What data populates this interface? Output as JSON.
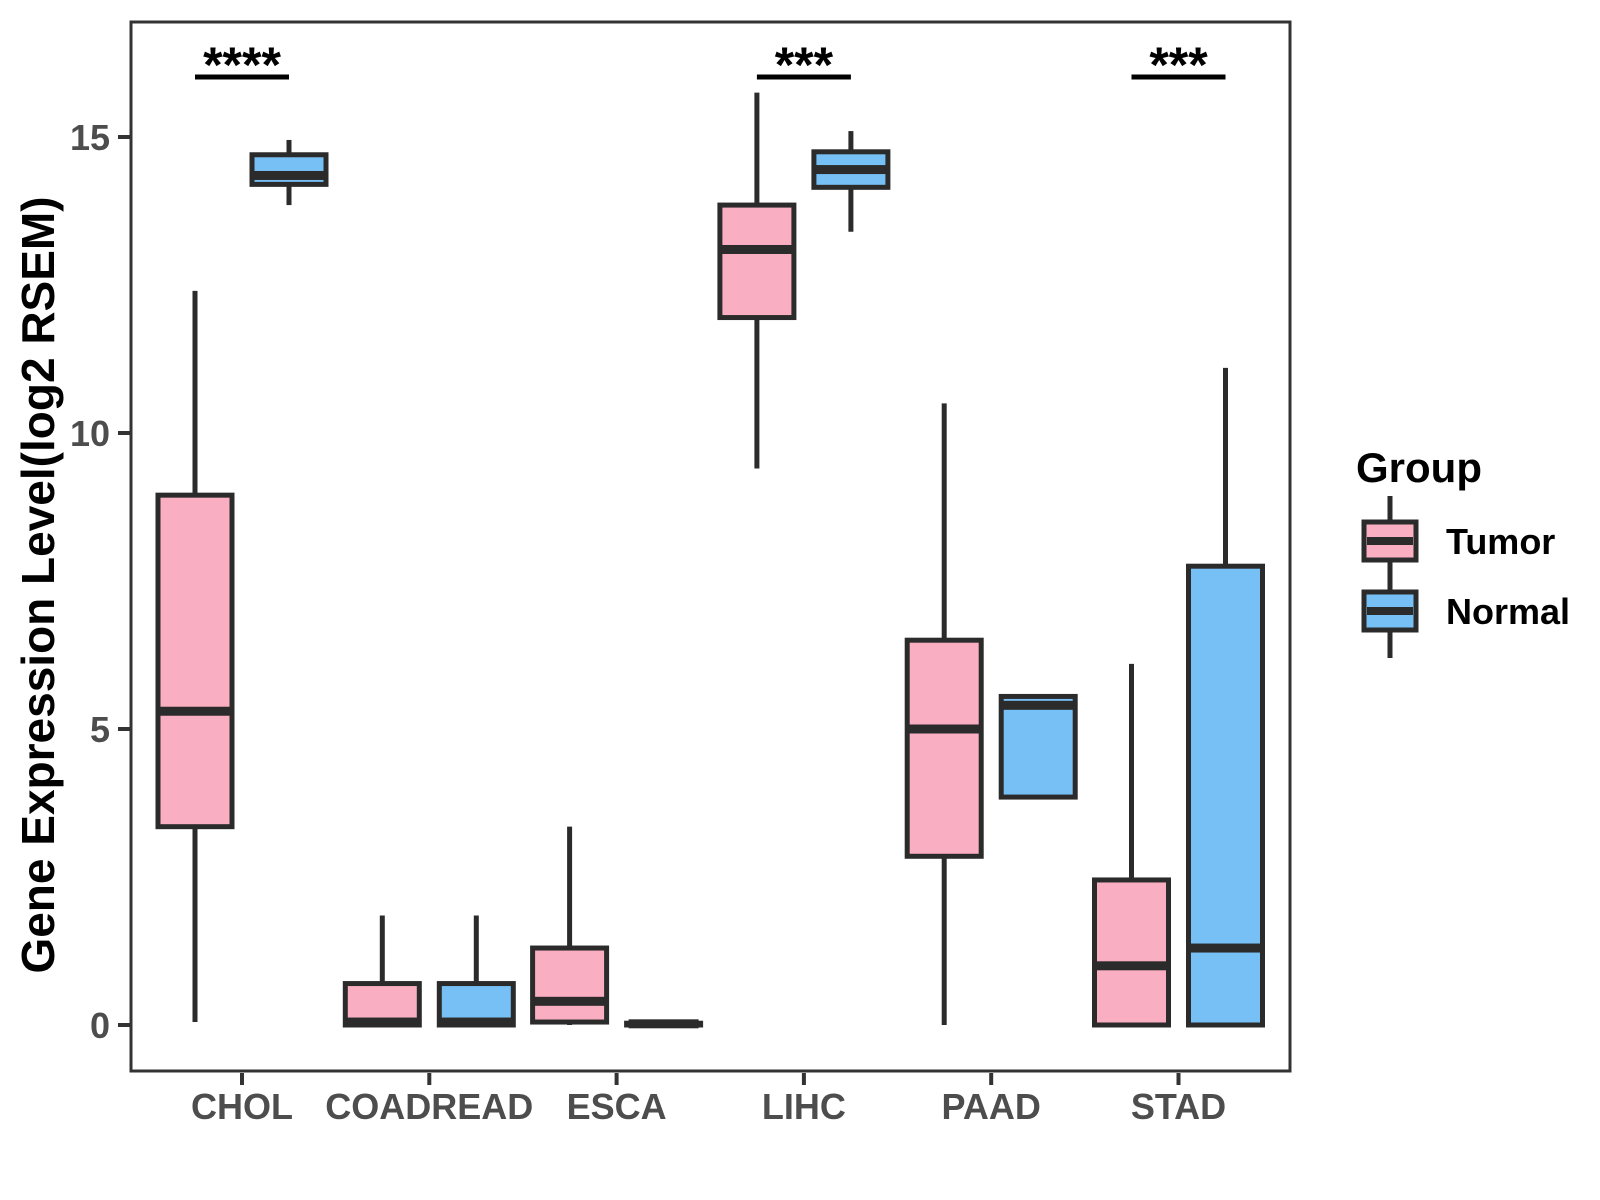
{
  "chart_data": {
    "type": "boxplot",
    "ylabel": "Gene Expression Level(log2 RSEM)",
    "xlabel": "",
    "categories": [
      "CHOL",
      "COADREAD",
      "ESCA",
      "LIHC",
      "PAAD",
      "STAD"
    ],
    "groups": [
      "Tumor",
      "Normal"
    ],
    "group_colors": {
      "Tumor": "#FAAEC1",
      "Normal": "#77C0F5"
    },
    "box_border_color": "#2B2B2B",
    "axis_color": "#333333",
    "tick_label_color": "#4D4D4D",
    "yticks": [
      0,
      5,
      10,
      15
    ],
    "ylim": [
      -0.8,
      16.95
    ],
    "grid": false,
    "legend_position": "right",
    "boxes": [
      {
        "category": "CHOL",
        "group": "Tumor",
        "min": 0.05,
        "q1": 3.35,
        "median": 5.3,
        "q3": 8.95,
        "max": 12.4
      },
      {
        "category": "CHOL",
        "group": "Normal",
        "min": 13.85,
        "q1": 14.2,
        "median": 14.35,
        "q3": 14.7,
        "max": 14.95
      },
      {
        "category": "COADREAD",
        "group": "Tumor",
        "min": 0,
        "q1": 0,
        "median": 0.05,
        "q3": 0.7,
        "max": 1.85
      },
      {
        "category": "COADREAD",
        "group": "Normal",
        "min": 0,
        "q1": 0,
        "median": 0.05,
        "q3": 0.7,
        "max": 1.85
      },
      {
        "category": "ESCA",
        "group": "Tumor",
        "min": 0,
        "q1": 0.05,
        "median": 0.4,
        "q3": 1.3,
        "max": 3.35
      },
      {
        "category": "ESCA",
        "group": "Normal",
        "min": 0,
        "q1": 0,
        "median": 0.02,
        "q3": 0.03,
        "max": 0.03
      },
      {
        "category": "LIHC",
        "group": "Tumor",
        "min": 9.4,
        "q1": 11.95,
        "median": 13.1,
        "q3": 13.85,
        "max": 15.75
      },
      {
        "category": "LIHC",
        "group": "Normal",
        "min": 13.4,
        "q1": 14.15,
        "median": 14.45,
        "q3": 14.75,
        "max": 15.1
      },
      {
        "category": "PAAD",
        "group": "Tumor",
        "min": 0,
        "q1": 2.85,
        "median": 5.0,
        "q3": 6.5,
        "max": 10.5
      },
      {
        "category": "PAAD",
        "group": "Normal",
        "min": 3.85,
        "q1": 3.85,
        "median": 5.4,
        "q3": 5.55,
        "max": 5.55
      },
      {
        "category": "STAD",
        "group": "Tumor",
        "min": 0,
        "q1": 0,
        "median": 1.0,
        "q3": 2.45,
        "max": 6.1
      },
      {
        "category": "STAD",
        "group": "Normal",
        "min": 0,
        "q1": 0,
        "median": 1.3,
        "q3": 7.75,
        "max": 11.1
      }
    ],
    "significance": [
      {
        "category": "CHOL",
        "label": "****"
      },
      {
        "category": "LIHC",
        "label": "***"
      },
      {
        "category": "STAD",
        "label": "***"
      }
    ]
  },
  "legend": {
    "title": "Group",
    "items": [
      {
        "label": "Tumor",
        "color": "#FAAEC1"
      },
      {
        "label": "Normal",
        "color": "#77C0F5"
      }
    ]
  }
}
